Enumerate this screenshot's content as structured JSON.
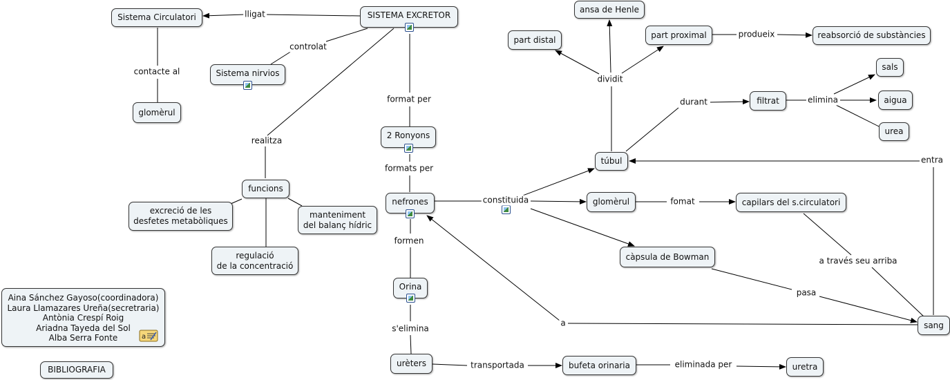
{
  "concept_map": {
    "nodes": {
      "sistema_excretor": "SISTEMA EXCRETOR",
      "sistema_circulatori": "Sistema Circulatori",
      "sistema_nirvios": "Sistema nirvios",
      "glomerul_left": "glomèrul",
      "dos_ronyons": "2 Ronyons",
      "funcions": "funcions",
      "excrecio": [
        "excreció de les",
        "desfetes metabòliques"
      ],
      "manteniment": [
        "manteniment",
        "del balanç hídric"
      ],
      "regulacio": [
        "regulació",
        "de la concentració"
      ],
      "nefrones": "nefrones",
      "orina": "Orina",
      "ureters": "urèters",
      "bufeta": "bufeta orinaria",
      "uretra": "uretra",
      "tubul": "túbul",
      "glomerul_right": "glomèrul",
      "capsula": "càpsula de Bowman",
      "capilars": "capilars del s.circulatori",
      "sang": "sang",
      "filtrat": "filtrat",
      "sals": "sals",
      "aigua": "aigua",
      "urea": "urea",
      "ansa": "ansa de Henle",
      "part_distal": "part distal",
      "part_proximal": "part proximal",
      "reabsorcio": "reabsorció de substàncies",
      "bibliografia": "BIBLIOGRAFIA"
    },
    "links": {
      "lligat": "lligat",
      "controlat": "controlat",
      "contacte_al": "contacte al",
      "format_per": "format per",
      "realitza": "realitza",
      "formats_per": "formats per",
      "constituida": "constituida",
      "formen": "formen",
      "s_elimina": "s'elimina",
      "transportada": "transportada",
      "eliminada_per": "eliminada per",
      "fomat": "fomat",
      "a_traves": "a través seu arriba",
      "pasa": "pasa",
      "a": "a",
      "entra": "entra",
      "durant": "durant",
      "elimina": "elimina",
      "dividit": "dividit",
      "produeix": "produeix"
    },
    "authors": [
      "Aina Sánchez Gayoso(coordinadora)",
      "Laura Llamazares Ureña(secretraria)",
      "Antònia Crespí Roig",
      "Ariadna Tayeda del Sol",
      "Alba Serra Fonte"
    ],
    "icons": {
      "image": "image-icon",
      "note": "note-icon"
    }
  }
}
